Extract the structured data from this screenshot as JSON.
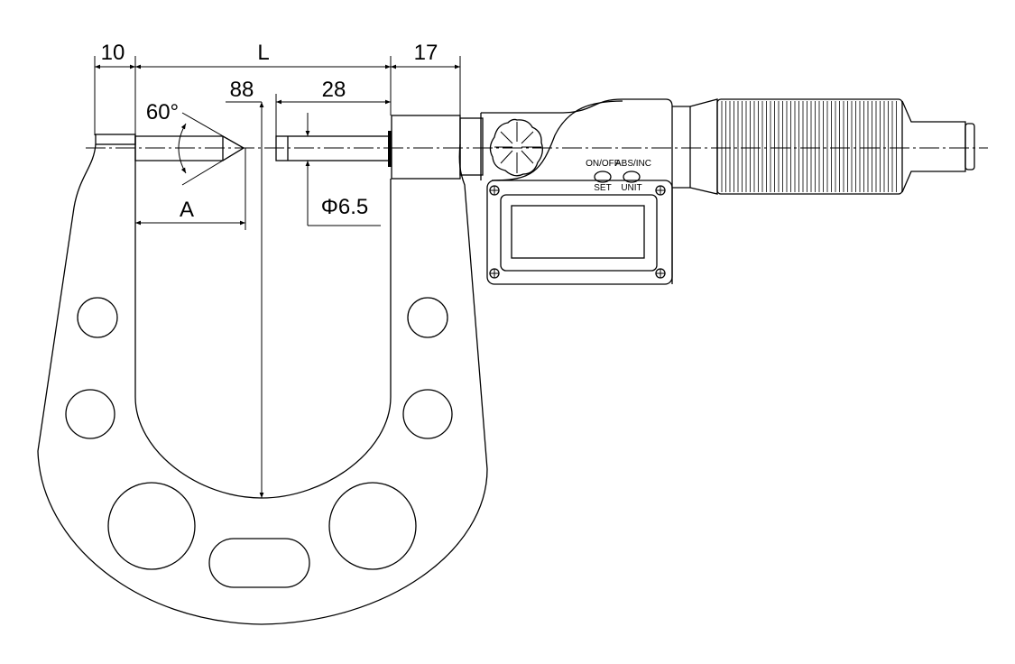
{
  "dimensions": {
    "anvil_offset": "10",
    "length": "L",
    "sleeve_width": "17",
    "frame_depth": "88",
    "spindle_length": "28",
    "spindle_diameter": "Φ6.5",
    "point_length": "A",
    "point_angle": "60°"
  },
  "buttons": {
    "left_top": "ON/OFF",
    "left_bottom": "SET",
    "right_top": "ABS/INC",
    "right_bottom": "UNIT"
  },
  "colors": {
    "line": "#000000",
    "background": "#ffffff"
  }
}
